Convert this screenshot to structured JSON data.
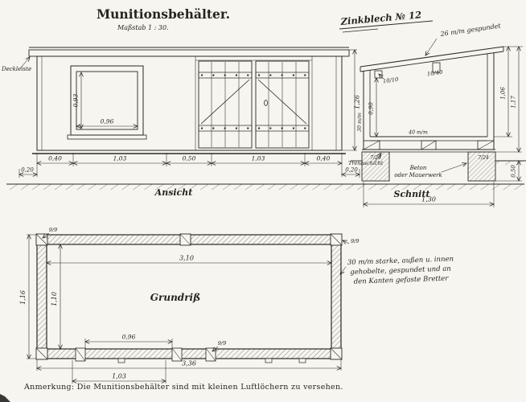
{
  "header": {
    "title": "Munitionsbehälter.",
    "scale": "Maßstab 1 : 30."
  },
  "ansicht": {
    "label": "Ansicht",
    "deckleiste": "Deckleiste",
    "dim_window_height": "0,93",
    "dim_window_width": "0,96",
    "dim_height": "1,26",
    "chain": [
      "0,40",
      "1,03",
      "0,50",
      "1,03",
      "0,40"
    ],
    "dim_overhang_left": "0,20",
    "dim_overhang_right": "0,20"
  },
  "schnitt": {
    "label": "Schnitt",
    "note_zinkblech": "Zinkblech № 12",
    "note_roof": "26 m/m gespundet",
    "dim_rafter": "10/10",
    "dim_purlin": "10/40",
    "dim_inner_height": "0,90",
    "dim_wall_boards": "30 m/m",
    "dim_floor_boards": "40 m/m",
    "dim_sill_left": "7/24",
    "dim_sill_right": "7/24",
    "dim_height_eave": "1,06",
    "dim_height_total": "1,17",
    "dim_foundation_depth": "0,50",
    "dim_width": "1,30",
    "label_trennschicht": "Trennschicht",
    "label_beton_1": "Beton",
    "label_beton_2": "oder Mauerwerk"
  },
  "grundriss": {
    "label": "Grundriß",
    "dim_inner_width": "3,10",
    "dim_inner_depth": "1,10",
    "dim_window": "0,96",
    "dim_outer_depth": "1,16",
    "dim_outer_width": "3,36",
    "dim_door_offset": "1,03",
    "post_tl": "9/9",
    "post_tr": "9/9",
    "post_bottom": "9/9",
    "annotation_1": "30 m/m starke, außen u. innen",
    "annotation_2": "gehobelte, gespundet und an",
    "annotation_3": "den Kanten gefaste Bretter"
  },
  "footnote": "Anmerkung: Die Munitionsbehälter sind mit kleinen Luftlöchern zu versehen."
}
